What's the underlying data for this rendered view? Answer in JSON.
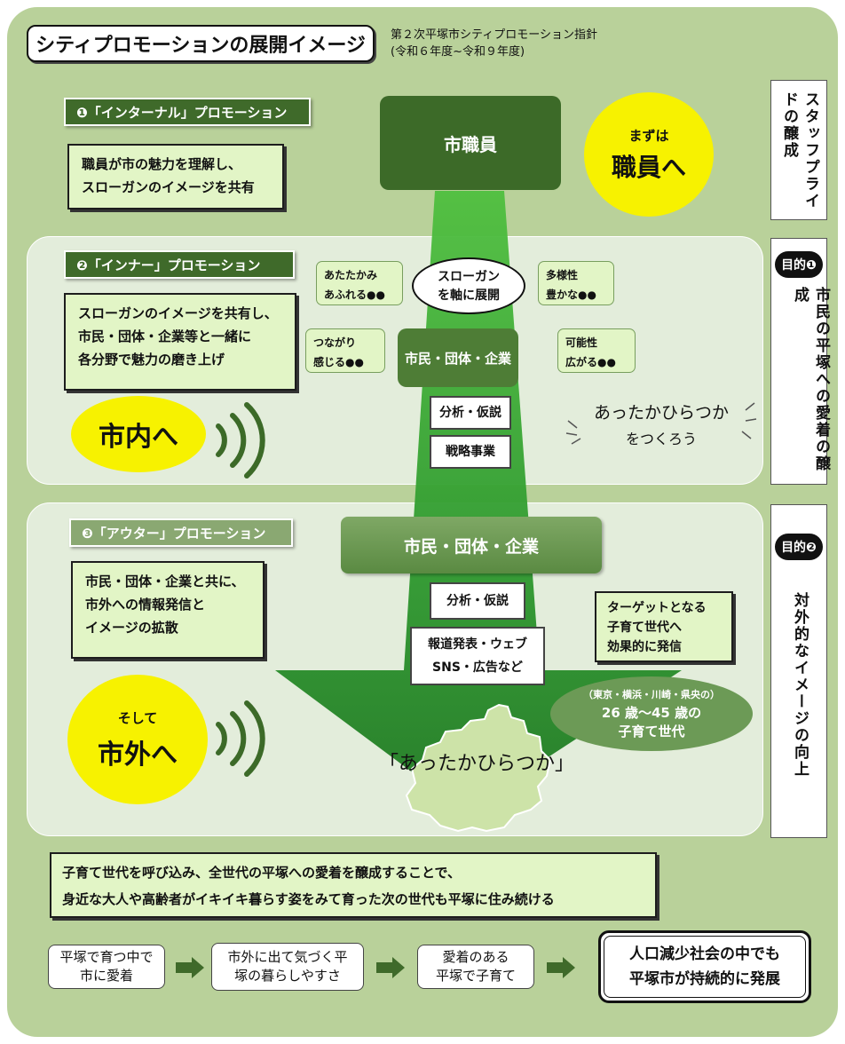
{
  "title": "シティプロモーションの展開イメージ",
  "subtitle": {
    "line1": "第２次平塚市シティプロモーション指針",
    "line2": "(令和６年度~令和９年度)"
  },
  "internal": {
    "header": "❶「インターナル」プロモーション",
    "desc": "職員が市の魅力を理解し、\nスローガンのイメージを共有",
    "top_box": "市職員",
    "oval_small": "まずは",
    "oval_big": "職員へ"
  },
  "inner": {
    "header": "❷「インナー」プロモーション",
    "desc": "スローガンのイメージを共有し、\n市民・団体・企業等と一緒に\n各分野で魅力の磨き上げ",
    "oval": "市内へ",
    "slogan_oval": "スローガン\nを軸に展開",
    "tags": [
      "あたたかみ\nあふれる●●",
      "多様性\n豊かな●●",
      "つながり\n感じる●●",
      "可能性\n広がる●●"
    ],
    "center_box": "市民・団体・企業",
    "boxes": [
      "分析・仮説",
      "戦略事業"
    ],
    "catch_line1": "あったかひらつか",
    "catch_line2": "をつくろう"
  },
  "outer": {
    "header": "❸「アウター」プロモーション",
    "desc": "市民・団体・企業と共に、\n市外への情報発信と\nイメージの拡散",
    "oval_small": "そして",
    "oval_big": "市外へ",
    "center_box": "市民・団体・企業",
    "boxes": [
      "分析・仮説",
      "報道発表・ウェブ\nSNS・広告など"
    ],
    "target_box": "ターゲットとなる\n子育て世代へ\n効果的に発信",
    "target_oval_line1": "（東京・横浜・川崎・県央の）",
    "target_oval_line2": "26 歳～45 歳の",
    "target_oval_line3": "子育て世代",
    "city_label": "「あったかひらつか」"
  },
  "right": {
    "staff_pride": "スタッフプライドの醸成",
    "goal1_badge": "目的❶",
    "goal1_text": "市民の平塚への愛着の醸成",
    "goal2_badge": "目的❷",
    "goal2_text": "対外的なイメージの向上"
  },
  "summary": {
    "line1": "子育て世代を呼び込み、全世代の平塚への愛着を醸成することで、",
    "line2": "身近な大人や高齢者がイキイキ暮らす姿をみて育った次の世代も平塚に住み続ける"
  },
  "flow": {
    "steps": [
      "平塚で育つ中で\n市に愛着",
      "市外に出て気づく平\n塚の暮らしやすさ",
      "愛着のある\n平塚で子育て"
    ],
    "final": "人口減少社会の中でも\n平塚市が持続的に発展"
  },
  "colors": {
    "background_panel": "#b9d19a",
    "band": "#e3eddb",
    "dark_green": "#3c6a28",
    "arrow_green": "#2f9a2f",
    "yellow": "#f7f200",
    "light_green_box": "#e2f5c6"
  }
}
